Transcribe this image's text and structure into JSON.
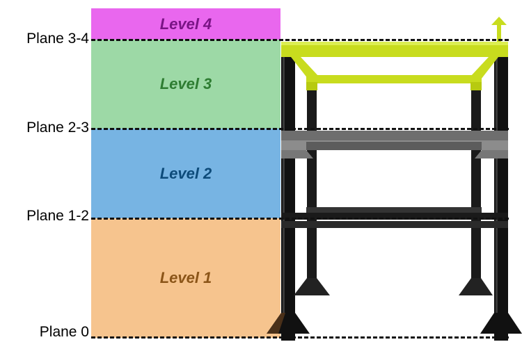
{
  "levels": [
    {
      "label": "Level 4",
      "color": "#e967ee",
      "text_color": "#7a1486"
    },
    {
      "label": "Level 3",
      "color": "#9dd9a6",
      "text_color": "#2e7d32"
    },
    {
      "label": "Level 2",
      "color": "#77b4e3",
      "text_color": "#0d4b7a"
    },
    {
      "label": "Level 1",
      "color": "#f6c48e",
      "text_color": "#8b5518"
    }
  ],
  "planes": [
    {
      "label": "Plane 3-4"
    },
    {
      "label": "Plane 2-3"
    },
    {
      "label": "Plane 1-2"
    },
    {
      "label": "Plane 0"
    }
  ],
  "frame_colors": {
    "top": "#c8dc1e",
    "middle": "#6e6e6e",
    "lower": "#1a1a1a",
    "legs": "#111111"
  }
}
